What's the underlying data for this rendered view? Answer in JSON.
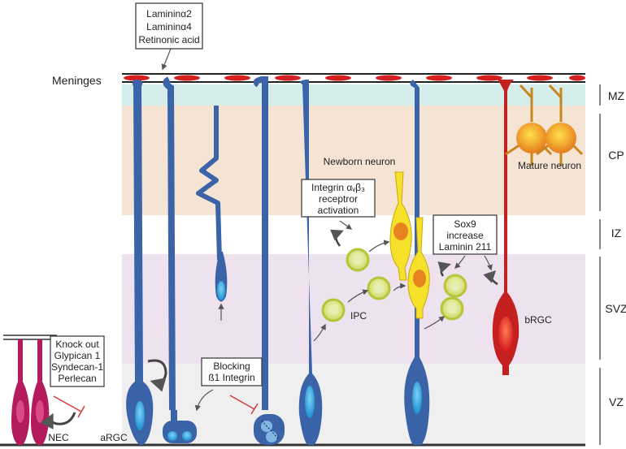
{
  "meninges_label": "Meninges",
  "callouts": {
    "laminin": {
      "lines": [
        "Lamininα2",
        "Lamininα4",
        "Retinonic acid"
      ]
    },
    "integrin": {
      "lines": [
        "Integrin αᵥβ₃",
        "receptror",
        "activation"
      ]
    },
    "sox9": {
      "lines": [
        "Sox9",
        "increase",
        "Laminin 211"
      ]
    },
    "knockout": {
      "lines": [
        "Knock out",
        "Glypican 1",
        "Syndecan-1",
        "Perlecan"
      ]
    },
    "blocking": {
      "lines": [
        "Blocking",
        "ß1 Integrin"
      ]
    }
  },
  "cell_labels": {
    "newborn_neuron": "Newborn neuron",
    "mature_neuron": "Mature neuron",
    "ipc": "IPC",
    "brgc": "bRGC",
    "nec": "NEC",
    "argc": "aRGC"
  },
  "zones": [
    {
      "id": "mz",
      "label": "MZ",
      "color": "#d5eeec"
    },
    {
      "id": "cp",
      "label": "CP",
      "color": "#f5e4d4"
    },
    {
      "id": "iz",
      "label": "IZ",
      "color": "#ffffff"
    },
    {
      "id": "svz",
      "label": "SVZ",
      "color": "#efe2ef"
    },
    {
      "id": "vz",
      "label": "VZ",
      "color": "#efefef"
    }
  ],
  "colors": {
    "rgc_blue": "#3a63a8",
    "nucleus_blue": "#1e9bd7",
    "meninges_red": "#d42020",
    "nec_magenta": "#b31b5c",
    "newborn_yellow": "#f5e12a",
    "ipc_green": "#d6e06a",
    "inhibit_red": "#d63a3a"
  }
}
